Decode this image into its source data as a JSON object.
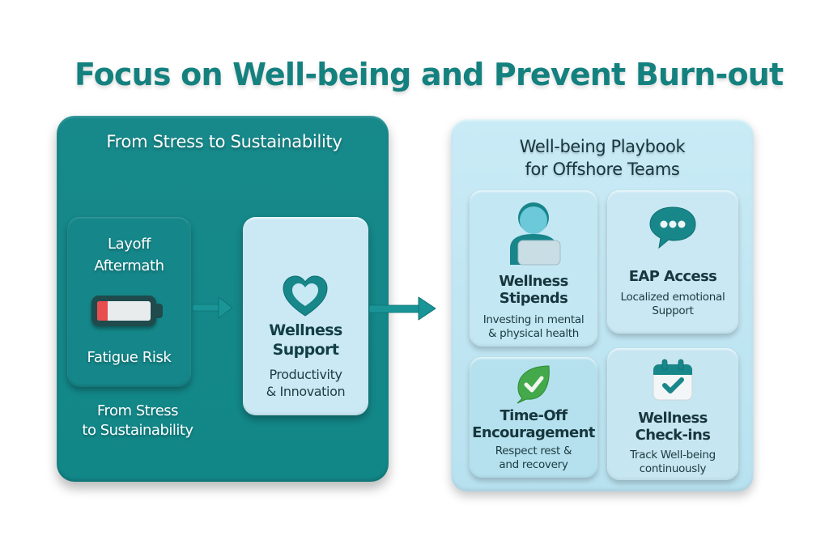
{
  "page": {
    "title": "Focus on Well-being and Prevent Burn-out"
  },
  "colors": {
    "brand_teal": "#14817f",
    "panel_teal": "#15888a",
    "light_blue": "#c4e6f2",
    "battery_low": "#e84d4f",
    "leaf_green": "#43a94a",
    "dark_text": "#17363d"
  },
  "left_panel": {
    "title": "From Stress to Sustainability",
    "layoff_card": {
      "title_line1": "Layoff",
      "title_line2": "Aftermath",
      "icon": "battery-low-icon",
      "battery_level_percent": 20,
      "label": "Fatigue Risk"
    },
    "footer_line1": "From Stress",
    "footer_line2": "to Sustainability",
    "wellness_card": {
      "icon": "heart-icon",
      "title_line1": "Wellness",
      "title_line2": "Support",
      "sub_line1": "Productivity",
      "sub_line2": "& Innovation"
    }
  },
  "right_panel": {
    "title_line1": "Well-being Playbook",
    "title_line2": "for Offshore Teams",
    "tiles": [
      {
        "icon": "person-laptop-icon",
        "title_line1": "Wellness",
        "title_line2": "Stipends",
        "desc_line1": "Investing in mental",
        "desc_line2": "& physical health"
      },
      {
        "icon": "chat-bubble-icon",
        "title_line1": "EAP Access",
        "desc_line1": "Localized emotional",
        "desc_line2": "Support"
      },
      {
        "icon": "leaf-check-icon",
        "title_line1": "Time-Off",
        "title_line2": "Encouragement",
        "desc_line1": "Respect rest &",
        "desc_line2": "and recovery"
      },
      {
        "icon": "calendar-check-icon",
        "title_line1": "Wellness",
        "title_line2": "Check-ins",
        "desc_line1": "Track Well-being",
        "desc_line2": "continuously"
      }
    ]
  }
}
